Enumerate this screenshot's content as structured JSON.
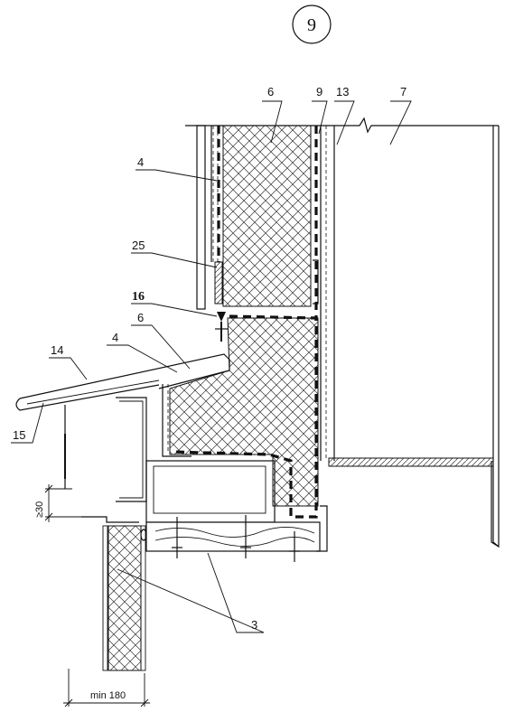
{
  "detail_number": "9",
  "labels": {
    "l3": "3",
    "l4_top": "4",
    "l4_mid": "4",
    "l6_top": "6",
    "l6_mid": "6",
    "l7": "7",
    "l9": "9",
    "l13": "13",
    "l14": "14",
    "l15": "15",
    "l16": "16",
    "l25": "25"
  },
  "dimensions": {
    "gap": "≥30",
    "width": "min 180"
  }
}
